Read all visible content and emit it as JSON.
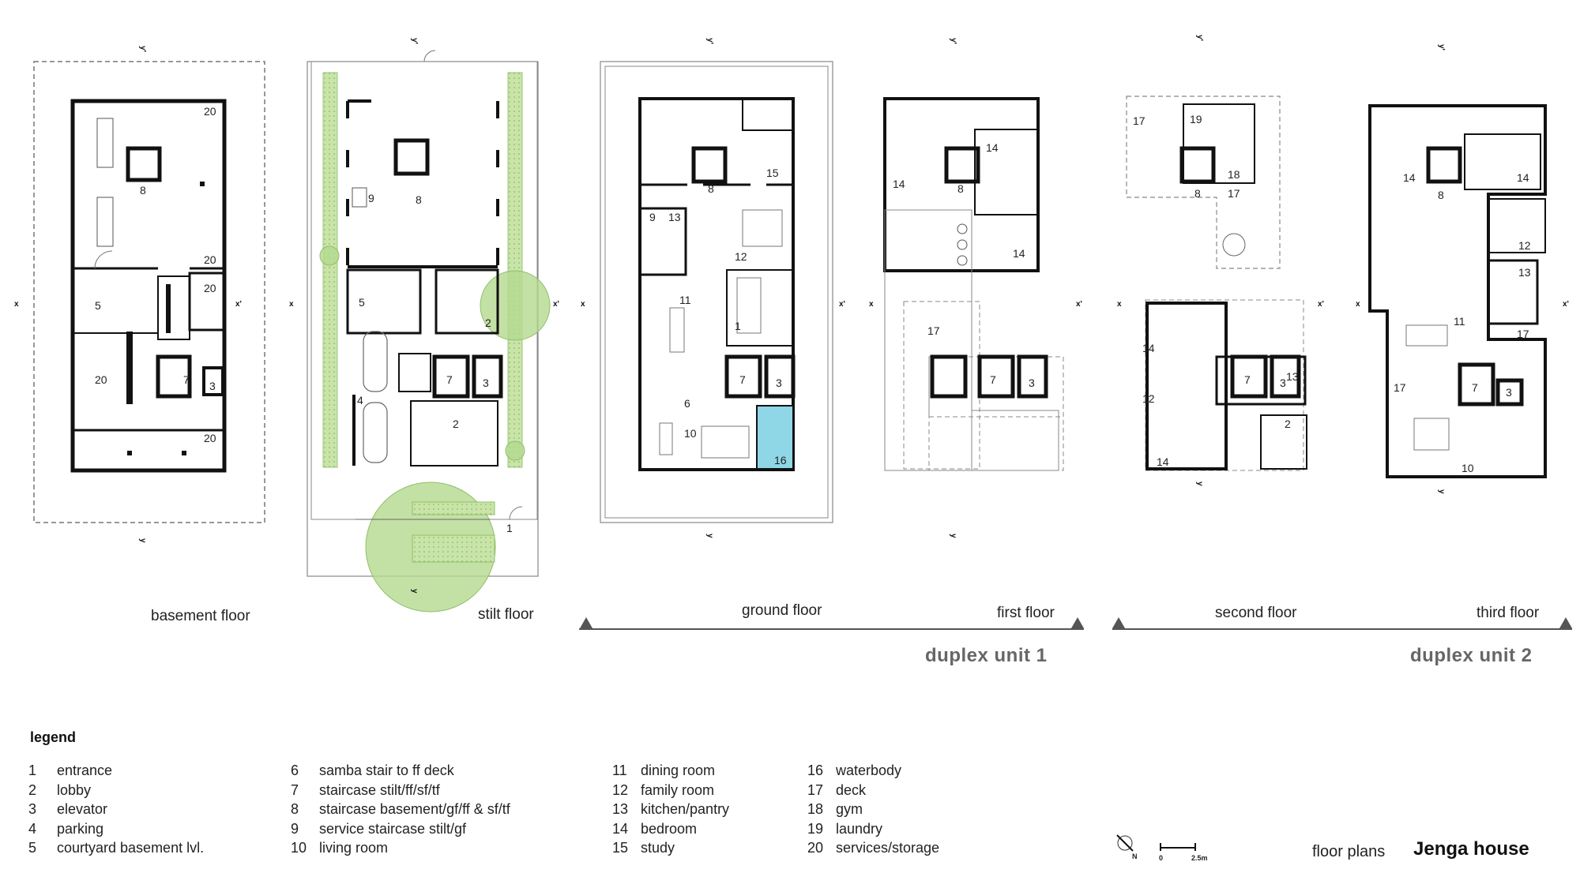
{
  "plans": [
    {
      "label": "basement floor"
    },
    {
      "label": "stilt floor"
    },
    {
      "label": "ground floor"
    },
    {
      "label": "first floor"
    },
    {
      "label": "second floor"
    },
    {
      "label": "third floor"
    }
  ],
  "units": [
    {
      "title": "duplex unit 1"
    },
    {
      "title": "duplex unit 2"
    }
  ],
  "axis_labels": {
    "x": "x",
    "x1": "x'",
    "y": "y",
    "y1": "y'"
  },
  "legend": {
    "title": "legend",
    "items": [
      {
        "num": "1",
        "text": "entrance"
      },
      {
        "num": "2",
        "text": "lobby"
      },
      {
        "num": "3",
        "text": "elevator"
      },
      {
        "num": "4",
        "text": "parking"
      },
      {
        "num": "5",
        "text": "courtyard basement lvl."
      },
      {
        "num": "6",
        "text": "samba stair to ff deck"
      },
      {
        "num": "7",
        "text": "staircase stilt/ff/sf/tf"
      },
      {
        "num": "8",
        "text": "staircase basement/gf/ff & sf/tf"
      },
      {
        "num": "9",
        "text": "service staircase stilt/gf"
      },
      {
        "num": "10",
        "text": "living room"
      },
      {
        "num": "11",
        "text": "dining room"
      },
      {
        "num": "12",
        "text": "family room"
      },
      {
        "num": "13",
        "text": "kitchen/pantry"
      },
      {
        "num": "14",
        "text": "bedroom"
      },
      {
        "num": "15",
        "text": "study"
      },
      {
        "num": "16",
        "text": "waterbody"
      },
      {
        "num": "17",
        "text": "deck"
      },
      {
        "num": "18",
        "text": "gym"
      },
      {
        "num": "19",
        "text": "laundry"
      },
      {
        "num": "20",
        "text": "services/storage"
      }
    ]
  },
  "scale": {
    "zero": "0",
    "length": "2.5m",
    "north": "N"
  },
  "credit": {
    "label": "floor plans",
    "name": "Jenga house"
  },
  "colors": {
    "wall": "#111111",
    "green": "#b5d98f",
    "water": "#8fd6e6",
    "line": "#555555"
  },
  "room_tags": {
    "basement": [
      "20",
      "8",
      "20",
      "20",
      "5",
      "20",
      "7",
      "3",
      "20"
    ],
    "stilt": [
      "9",
      "8",
      "5",
      "2",
      "4",
      "7",
      "3",
      "2",
      "1"
    ],
    "ground": [
      "8",
      "15",
      "9",
      "13",
      "12",
      "11",
      "1",
      "6",
      "7",
      "3",
      "10",
      "16"
    ],
    "first": [
      "14",
      "8",
      "14",
      "14",
      "17",
      "7",
      "3"
    ],
    "second": [
      "17",
      "19",
      "8",
      "18",
      "17",
      "14",
      "12",
      "7",
      "3",
      "13",
      "2",
      "14"
    ],
    "third": [
      "14",
      "8",
      "14",
      "12",
      "13",
      "11",
      "17",
      "17",
      "7",
      "3",
      "10"
    ]
  }
}
